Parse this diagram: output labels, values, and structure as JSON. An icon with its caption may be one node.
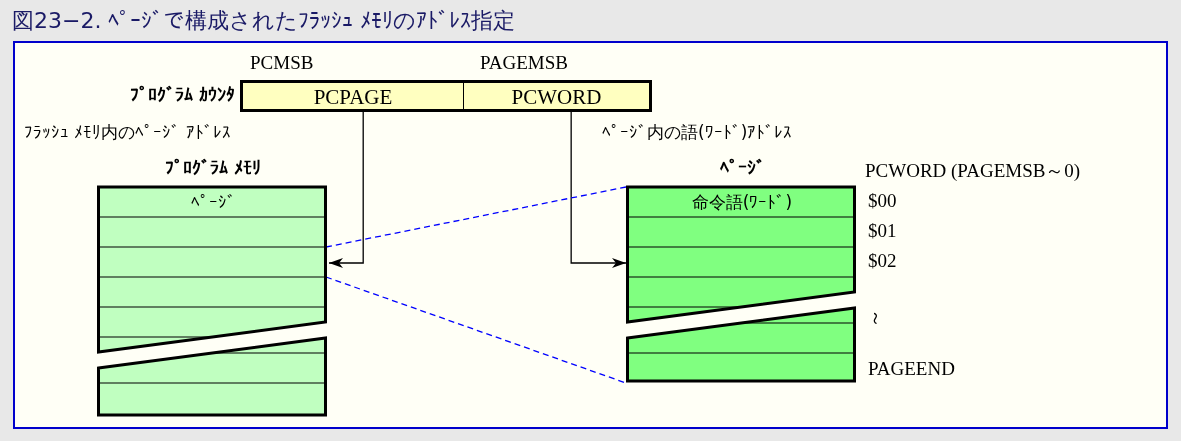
{
  "diagram": {
    "title": "図23−2. ﾍﾟｰｼﾞで構成されたﾌﾗｯｼｭ ﾒﾓﾘのｱﾄﾞﾚｽ指定",
    "nodes": [
      {
        "text": [
          "ﾌﾟﾛｸﾞﾗﾑ ｶｳﾝﾀ"
        ]
      },
      {
        "text": [
          "PCPAGE"
        ],
        "in": 0
      },
      {
        "text": [
          "PCWORD"
        ],
        "in": 0
      },
      {
        "text": [
          "ﾌﾟﾛｸﾞﾗﾑ ﾒﾓﾘ"
        ]
      },
      {
        "text": [
          "ﾍﾟｰｼﾞ"
        ],
        "in": 3
      },
      {
        "text": [
          "ﾍﾟｰｼﾞ"
        ]
      },
      {
        "text": [
          "命令語(ﾜｰﾄﾞ)"
        ],
        "in": 5
      }
    ],
    "edges": [
      {
        "from": 1,
        "to": 3,
        "arrow": "to"
      },
      {
        "from": 2,
        "to": 5,
        "arrow": "to"
      },
      {
        "from": 3,
        "to": 5,
        "arrow": "none",
        "style": "dashed",
        "color": "#0000ff"
      },
      {
        "from": 3,
        "to": 5,
        "arrow": "none",
        "style": "dashed",
        "color": "#0000ff"
      }
    ],
    "labels": [
      "PCMSB",
      "PAGEMSB",
      "ﾌﾗｯｼｭ ﾒﾓﾘ内のﾍﾟｰｼﾞ ｱﾄﾞﾚｽ",
      "ﾍﾟｰｼﾞ内の語(ﾜｰﾄﾞ)ｱﾄﾞﾚｽ",
      "PCWORD (PAGEMSB～0)",
      "$00",
      "$01",
      "$02",
      "～",
      "PAGEEND"
    ]
  }
}
